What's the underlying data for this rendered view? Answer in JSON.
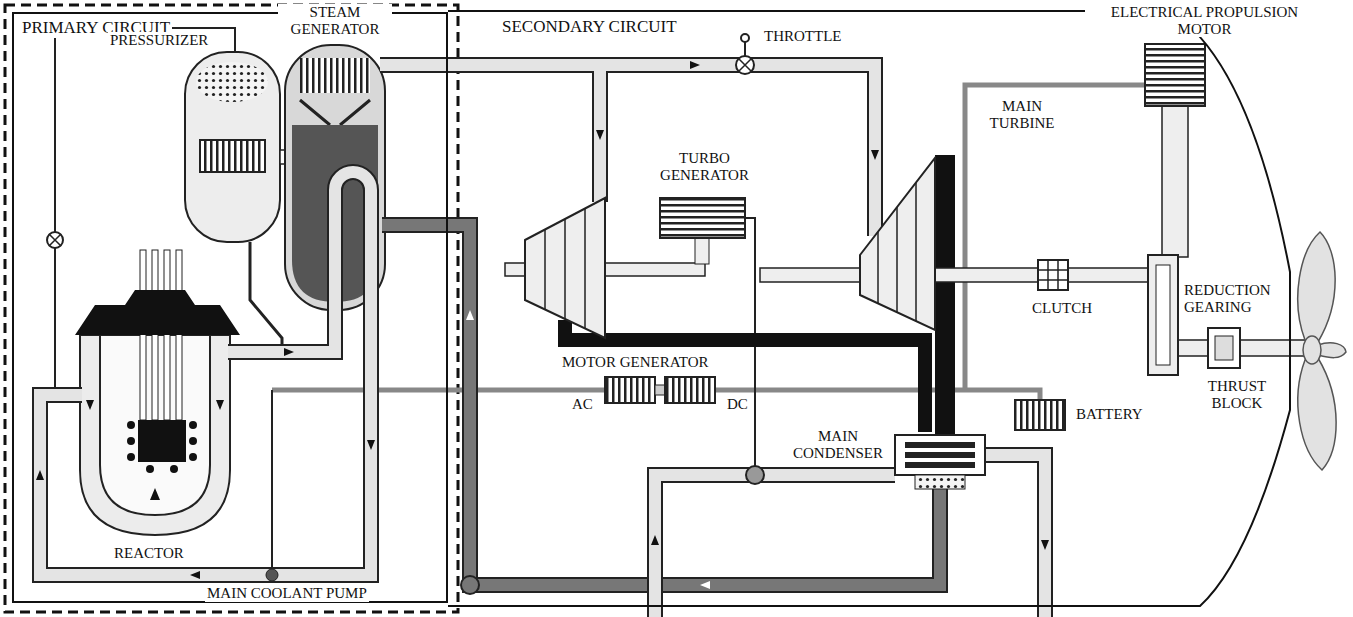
{
  "diagram": {
    "nodes": [
      {
        "text": [
          "PRIMARY CIRCUIT"
        ]
      },
      {
        "text": [
          "SECONDARY CIRCUIT"
        ]
      }
    ],
    "labels": [
      "PRESSURIZER",
      "STEAM GENERATOR",
      "REACTOR",
      "MAIN COOLANT PUMP",
      "THROTTLE",
      "MAIN TURBINE",
      "TURBO GENERATOR",
      "ELECTRICAL PROPULSION MOTOR",
      "CLUTCH",
      "REDUCTION GEARING",
      "THRUST BLOCK",
      "MOTOR GENERATOR",
      "AC",
      "DC",
      "BATTERY",
      "MAIN CONDENSER"
    ]
  }
}
